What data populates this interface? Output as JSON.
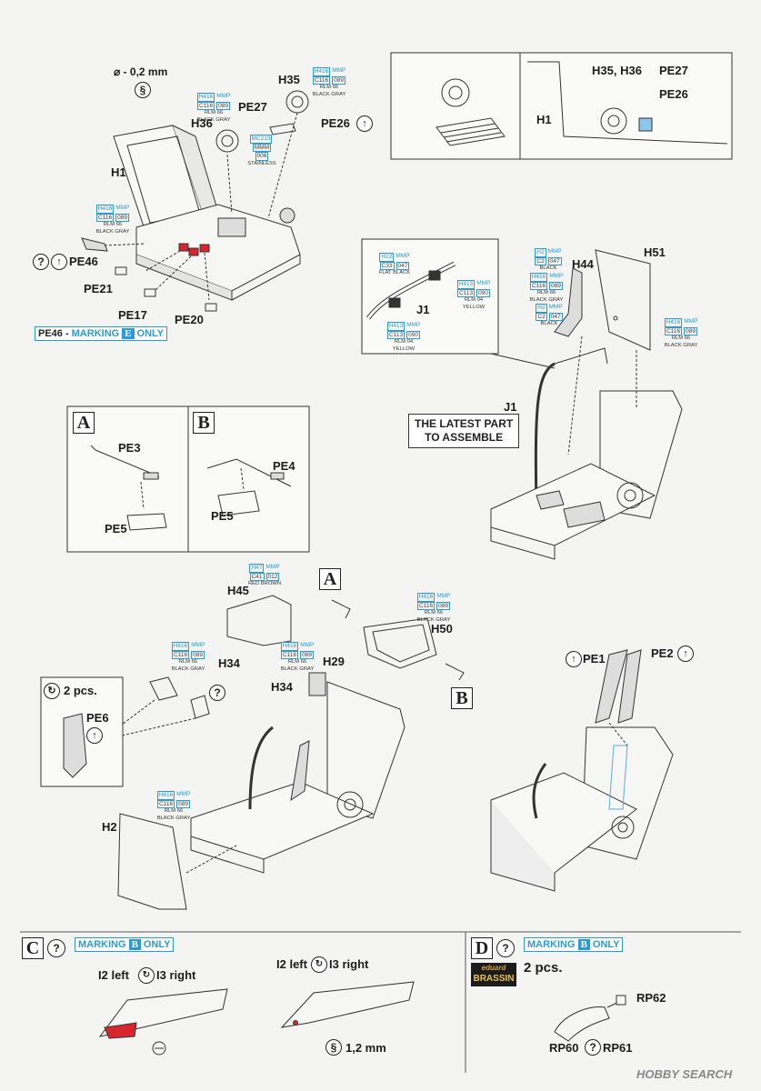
{
  "main_diagram": {
    "hole_size": "⌀ - 0,2 mm",
    "parts": {
      "h1": "H1",
      "h35": "H35",
      "h36": "H36",
      "pe27": "PE27",
      "pe26": "PE26",
      "pe46": "PE46",
      "pe21": "PE21",
      "pe17": "PE17",
      "pe20": "PE20"
    },
    "paint_h35": {
      "brand": "H416",
      "mmp": "MMP",
      "code1": "C116",
      "code2": "089",
      "name1": "RLM 66",
      "name2": "BLACK GRAY"
    },
    "paint_h36": {
      "brand": "H416",
      "mmp": "MMP",
      "code1": "C116",
      "code2": "089",
      "name1": "RLM 66",
      "name2": "BLACK GRAY"
    },
    "paint_pe27": {
      "brand": "MC213",
      "mmp": "",
      "code1": "MMM",
      "code2": "006",
      "name1": "STAINLESS",
      "name2": ""
    },
    "paint_h1": {
      "brand": "H416",
      "mmp": "MMP",
      "code1": "C116",
      "code2": "089",
      "name1": "RLM 66",
      "name2": "BLACK GRAY"
    },
    "pe46_marking": {
      "prefix": "PE46 -",
      "label": "MARKING",
      "letter": "E",
      "suffix": "ONLY"
    }
  },
  "detail_view": {
    "labels": {
      "h35_h36": "H35, H36",
      "pe27": "PE27",
      "pe26": "PE26",
      "h1": "H1"
    }
  },
  "right_diagram": {
    "parts": {
      "j1_inset": "J1",
      "j1": "J1",
      "h44": "H44",
      "h51": "H51"
    },
    "paint_j1_a": {
      "brand": "H12",
      "mmp": "MMP",
      "code1": "C33",
      "code2": "047",
      "name1": "FLAT BLACK",
      "name2": ""
    },
    "paint_j1_b": {
      "brand": "H413",
      "mmp": "MMP",
      "code1": "C113",
      "code2": "090",
      "name1": "RLM 04",
      "name2": "YELLOW"
    },
    "paint_j1_c": {
      "brand": "H413",
      "mmp": "MMP",
      "code1": "C113",
      "code2": "090",
      "name1": "RLM 04",
      "name2": "YELLOW"
    },
    "paint_h44_a": {
      "brand": "H2",
      "mmp": "MMP",
      "code1": "C2",
      "code2": "047",
      "name1": "BLACK",
      "name2": ""
    },
    "paint_h44_b": {
      "brand": "H416",
      "mmp": "MMP",
      "code1": "C116",
      "code2": "089",
      "name1": "RLM 66",
      "name2": "BLACK GRAY"
    },
    "paint_h44_c": {
      "brand": "H2",
      "mmp": "MMP",
      "code1": "C2",
      "code2": "047",
      "name1": "BLACK",
      "name2": ""
    },
    "paint_h51": {
      "brand": "H416",
      "mmp": "MMP",
      "code1": "C116",
      "code2": "089",
      "name1": "RLM 66",
      "name2": "BLACK GRAY"
    },
    "note_line1": "THE LATEST PART",
    "note_line2": "TO ASSEMBLE"
  },
  "option_box": {
    "a_letter": "A",
    "b_letter": "B",
    "a_pe3": "PE3",
    "a_pe5": "PE5",
    "b_pe4": "PE4",
    "b_pe5": "PE5"
  },
  "lower_diagram": {
    "parts": {
      "h45": "H45",
      "h50": "H50",
      "h34_a": "H34",
      "h34_b": "H34",
      "h29": "H29",
      "h2": "H2",
      "pe6": "PE6",
      "pe1": "PE1",
      "pe2": "PE2",
      "letter_a": "A",
      "letter_b": "B"
    },
    "pe6_qty": "2 pcs.",
    "paint_h45": {
      "brand": "H47",
      "mmp": "MMP",
      "code1": "C41",
      "code2": "012",
      "name1": "RED BROWN",
      "name2": ""
    },
    "paint_h50": {
      "brand": "H416",
      "mmp": "MMP",
      "code1": "C116",
      "code2": "089",
      "name1": "RLM 66",
      "name2": "BLACK GRAY"
    },
    "paint_pe6": {
      "brand": "H416",
      "mmp": "MMP",
      "code1": "C116",
      "code2": "089",
      "name1": "RLM 66",
      "name2": "BLACK GRAY"
    },
    "paint_h34": {
      "brand": "H416",
      "mmp": "MMP",
      "code1": "C116",
      "code2": "089",
      "name1": "RLM 66",
      "name2": "BLACK GRAY"
    },
    "paint_h2": {
      "brand": "H416",
      "mmp": "MMP",
      "code1": "C116",
      "code2": "089",
      "name1": "RLM 66",
      "name2": "BLACK GRAY"
    }
  },
  "section_c": {
    "letter": "C",
    "marking": {
      "label": "MARKING",
      "letter": "B",
      "suffix": "ONLY"
    },
    "left_caption_a": "I2 left",
    "left_caption_b": "I3 right",
    "right_caption_a": "I2 left",
    "right_caption_b": "I3 right",
    "hole_size": "1,2 mm"
  },
  "section_d": {
    "letter": "D",
    "marking": {
      "label": "MARKING",
      "letter": "B",
      "suffix": "ONLY"
    },
    "brand_top": "eduard",
    "brand_bottom": "BRASSIN",
    "qty": "2 pcs.",
    "rp62": "RP62",
    "rp60": "RP60",
    "rp61": "RP61"
  },
  "watermark": "HOBBY SEARCH",
  "colors": {
    "accent": "#2a9bd6",
    "red_mark": "#d9262e"
  }
}
